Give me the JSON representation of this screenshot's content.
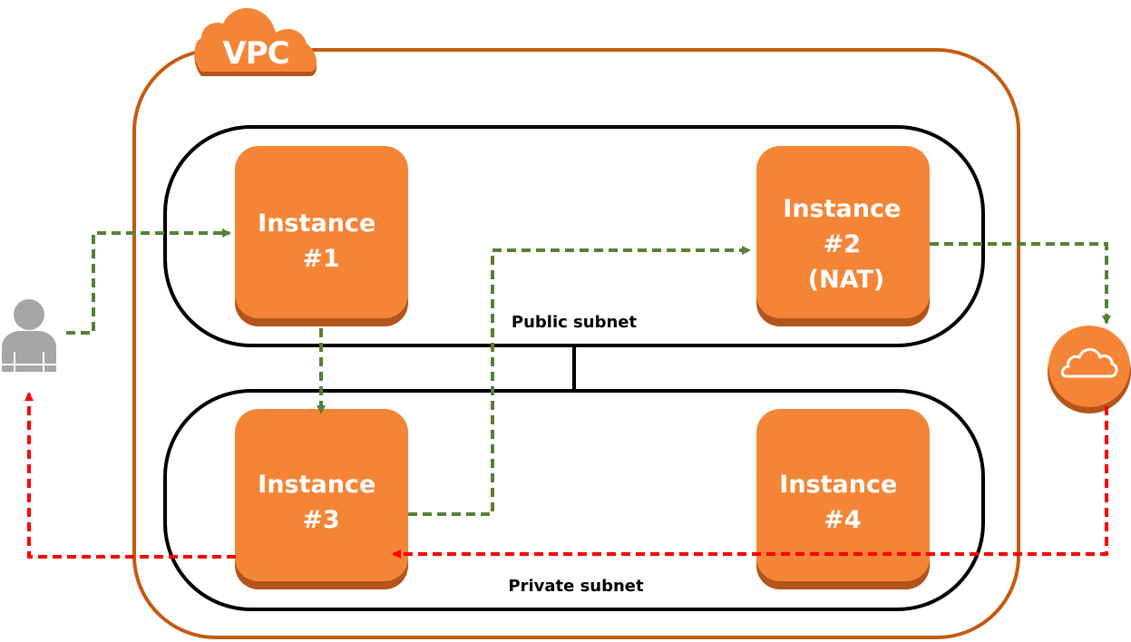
{
  "vpc": {
    "label": "VPC"
  },
  "subnets": {
    "public_label": "Public subnet",
    "private_label": "Private subnet"
  },
  "instances": {
    "i1": {
      "line1": "Instance",
      "line2": "#1"
    },
    "i2": {
      "line1": "Instance",
      "line2": "#2",
      "line3": "(NAT)"
    },
    "i3": {
      "line1": "Instance",
      "line2": "#3"
    },
    "i4": {
      "line1": "Instance",
      "line2": "#4"
    }
  },
  "icons": {
    "user": "user-icon",
    "internet": "cloud-icon",
    "vpc": "cloud-icon"
  },
  "colors": {
    "instance_fill": "#f58536",
    "instance_shadow": "#b4541c",
    "vpc_border": "#c55a11",
    "request_flow": "#548235",
    "response_flow": "#ff0000",
    "user_icon": "#a6a6a6",
    "subnet_border": "#000000"
  },
  "flows": {
    "request_color_name": "green",
    "response_color_name": "red"
  }
}
